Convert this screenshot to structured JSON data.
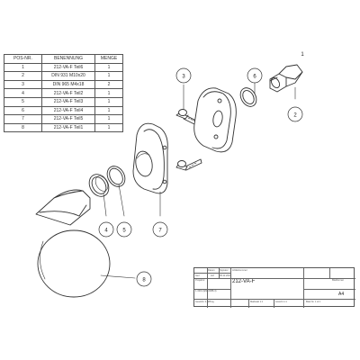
{
  "bom": {
    "headers": [
      "POS-NR.",
      "BENENNUNG",
      "MENGE"
    ],
    "rows": [
      [
        "1",
        "212-VA-F Teil6",
        "1"
      ],
      [
        "2",
        "DIN 931 M10x20",
        "1"
      ],
      [
        "3",
        "DIN 965 M4x18",
        "2"
      ],
      [
        "4",
        "212-VA-F Teil2",
        "1"
      ],
      [
        "5",
        "212-VA-F Teil3",
        "1"
      ],
      [
        "6",
        "212-VA-F Teil4",
        "1"
      ],
      [
        "7",
        "212-VA-F Teil5",
        "1"
      ],
      [
        "8",
        "212-VA-F Teil1",
        "1"
      ]
    ]
  },
  "balloons": {
    "b1": "1",
    "b2": "2",
    "b3": "3",
    "b4": "4",
    "b5": "5",
    "b6": "6",
    "b7": "7",
    "b8": "8"
  },
  "titleblock": {
    "col_labels": [
      "Datum",
      "Signatur",
      "Datum"
    ],
    "row_values": [
      "Gez.",
      "LM",
      "05.11.2019"
    ],
    "artikel_label": "Artikelnummer",
    "artikel_value": "212-VA-F",
    "project_label": "Projektnr.",
    "project_value": "1.4301 (EN10088-3)",
    "format_label": "Blattformat",
    "format_value": "A4",
    "gewicht": "Gewicht: 0,488 kg",
    "massstab": "Maßstab 1:1",
    "ansicht": "Ansicht 1:1",
    "blatt": "Blatt Nr. 1 of 1"
  }
}
